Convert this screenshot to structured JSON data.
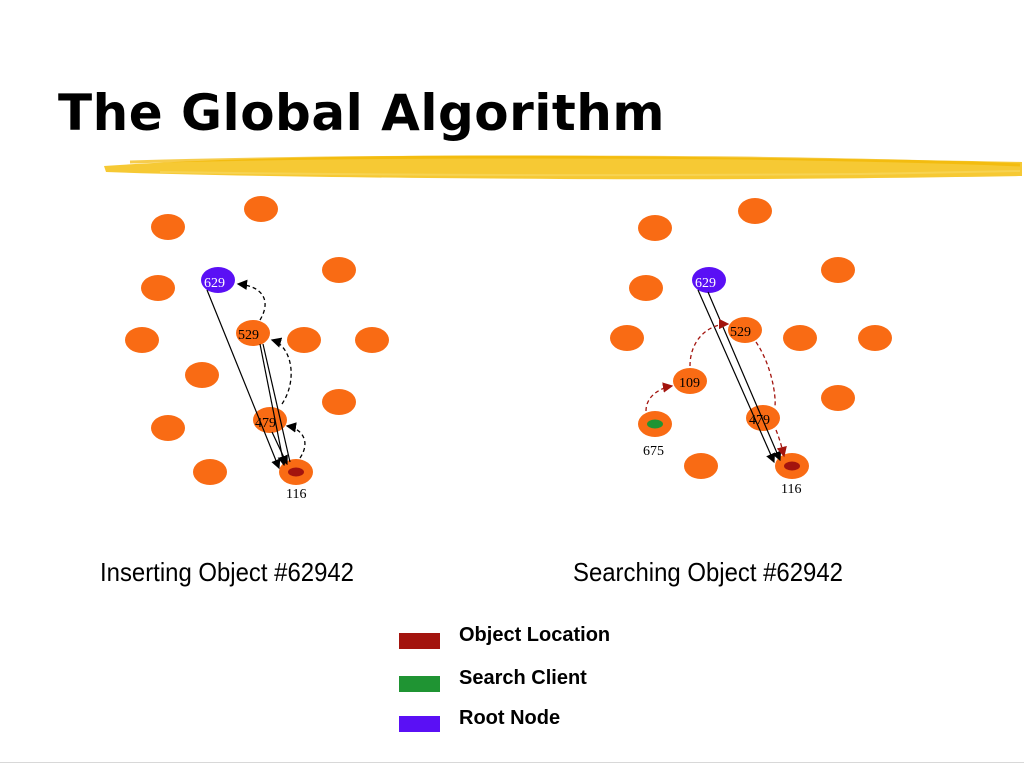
{
  "slide": {
    "title": "The Global Algorithm"
  },
  "colors": {
    "node": "#f96b14",
    "root": "#5a10f5",
    "object_location": "#a3140e",
    "search_client": "#1f9433",
    "highlight": "#f5c31e"
  },
  "diagrams": {
    "insert": {
      "caption": "Inserting Object #62942",
      "labels": {
        "n629": "629",
        "n529": "529",
        "n479": "479",
        "n116": "116"
      }
    },
    "search": {
      "caption": "Searching Object #62942",
      "labels": {
        "n629": "629",
        "n529": "529",
        "n109": "109",
        "n479": "479",
        "n675": "675",
        "n116": "116"
      }
    }
  },
  "legend": {
    "items": [
      {
        "label": "Object Location",
        "color": "#a3140e"
      },
      {
        "label": "Search Client",
        "color": "#1f9433"
      },
      {
        "label": "Root Node",
        "color": "#5a10f5"
      }
    ]
  }
}
